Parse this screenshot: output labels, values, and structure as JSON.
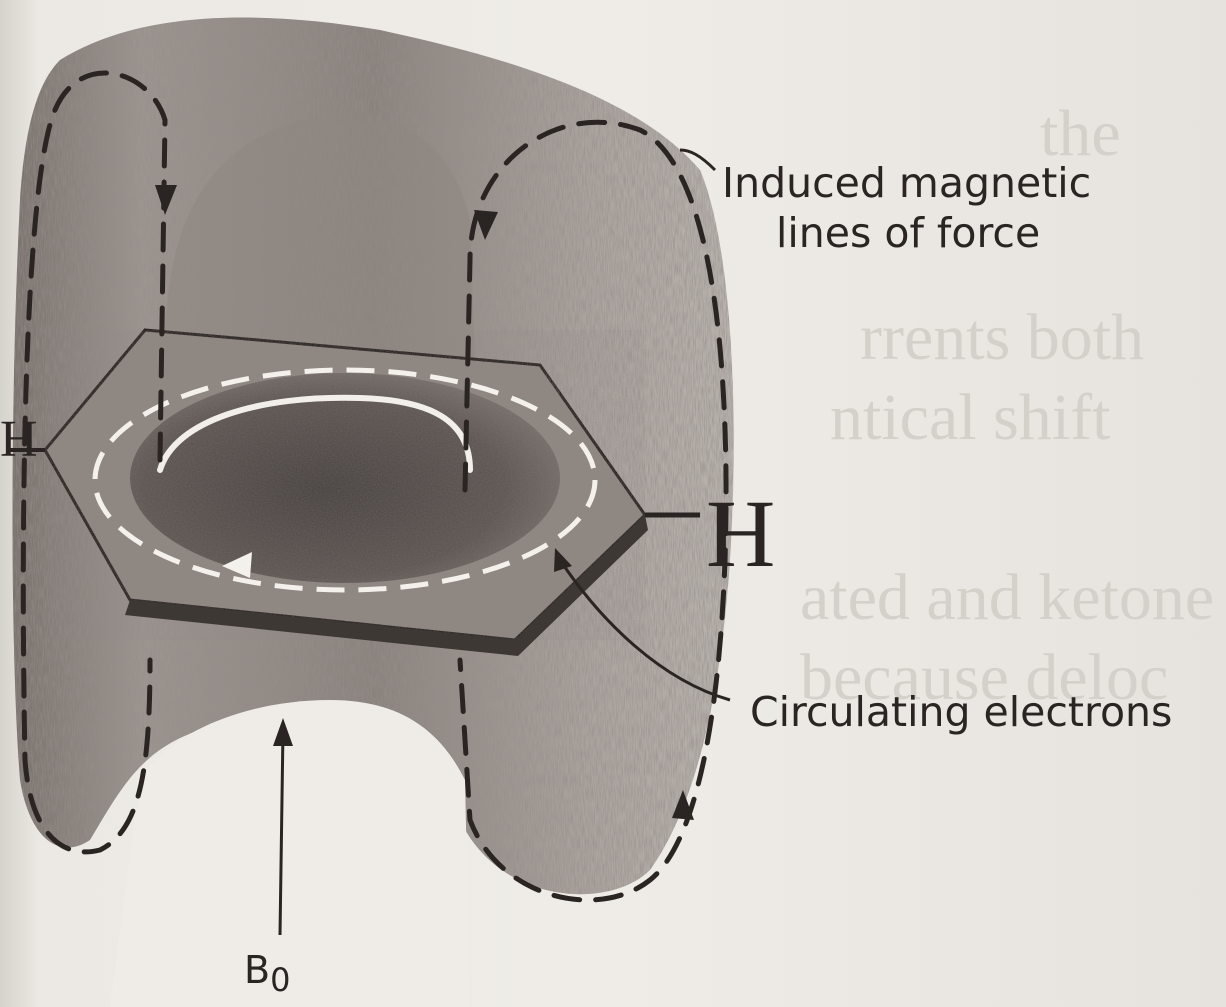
{
  "figure": {
    "labels": {
      "induced_line1": "Induced magnetic",
      "induced_line2": "lines of force",
      "circulating": "Circulating electrons",
      "b0_main": "B",
      "b0_sub": "0",
      "h_right": "H",
      "h_left": "H"
    },
    "colors": {
      "ink": "#2a2523",
      "paper": "#ece9e4",
      "shade": "#5a5350",
      "bleed_text": "#d4d0ca"
    }
  }
}
